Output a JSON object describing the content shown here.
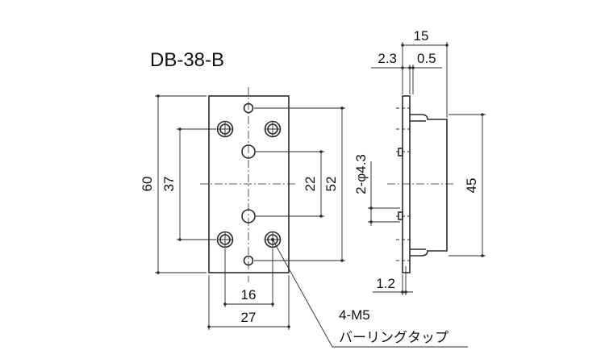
{
  "title": "DB-38-B",
  "dimensions": {
    "height_60": "60",
    "height_37": "37",
    "height_22": "22",
    "height_52": "52",
    "width_16": "16",
    "width_27": "27",
    "side_15": "15",
    "side_2_3": "2.3",
    "side_0_5": "0.5",
    "side_45": "45",
    "side_1_2": "1.2",
    "side_holes": "2-φ4.3"
  },
  "callout": {
    "line1": "4-M5",
    "line2": "バーリングタップ"
  }
}
